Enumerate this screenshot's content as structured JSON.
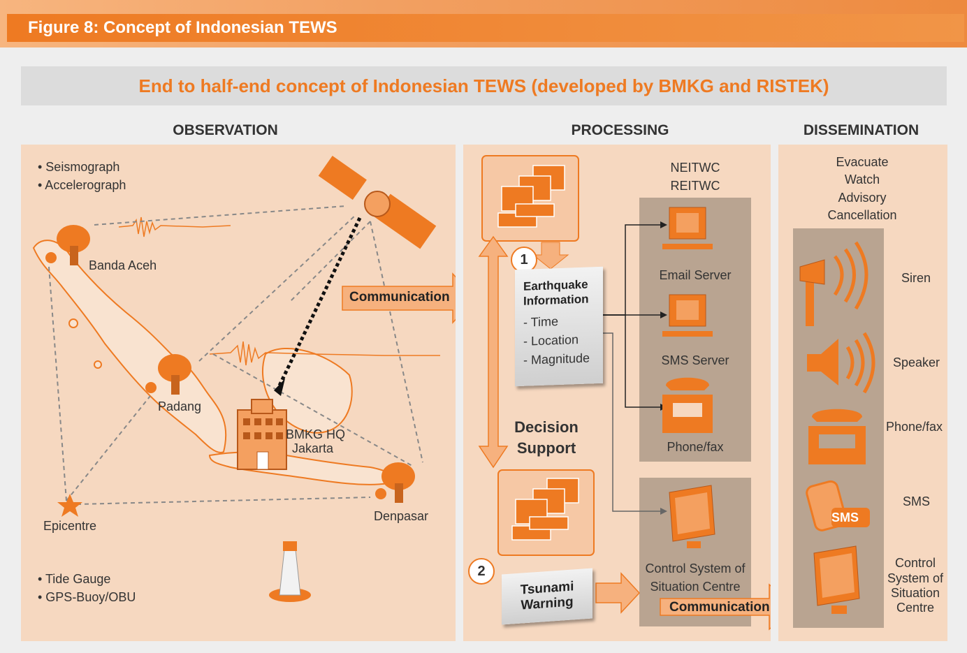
{
  "figure_title": "Figure 8: Concept of Indonesian TEWS",
  "subtitle": "End to half-end concept of Indonesian TEWS (developed by BMKG and RISTEK)",
  "sections": {
    "observation": "OBSERVATION",
    "processing": "PROCESSING",
    "dissemination": "DISSEMINATION"
  },
  "observation": {
    "sensors_top": [
      "• Seismograph",
      "• Accelerograph"
    ],
    "sensors_bottom": [
      "• Tide Gauge",
      "• GPS-Buoy/OBU"
    ],
    "stations": {
      "banda_aceh": "Banda Aceh",
      "padang": "Padang",
      "denpasar": "Denpasar",
      "epicentre": "Epicentre",
      "hq_line1": "BMKG HQ",
      "hq_line2": "Jakarta"
    },
    "communication": "Communication"
  },
  "processing": {
    "centres": [
      "NEITWC",
      "REITWC"
    ],
    "step1": "1",
    "step2": "2",
    "eq_title_1": "Earthquake",
    "eq_title_2": "Information",
    "eq_items": [
      "- Time",
      "- Location",
      "- Magnitude"
    ],
    "decision_1": "Decision",
    "decision_2": "Support",
    "tsunami_1": "Tsunami",
    "tsunami_2": "Warning",
    "servers": {
      "email": "Email Server",
      "sms": "SMS Server",
      "phone": "Phone/fax"
    },
    "control_1": "Control System of",
    "control_2": "Situation Centre",
    "communication": "Communication"
  },
  "dissemination": {
    "levels": [
      "Evacuate",
      "Watch",
      "Advisory",
      "Cancellation"
    ],
    "channels": {
      "siren": "Siren",
      "speaker": "Speaker",
      "phone": "Phone/fax",
      "sms": "SMS",
      "sms_badge": "SMS",
      "control_1": "Control",
      "control_2": "System of",
      "control_3": "Situation",
      "control_4": "Centre"
    }
  },
  "colors": {
    "accent": "#ee7a22",
    "panel": "#f6d8c0",
    "grey_box": "#b9a491"
  }
}
